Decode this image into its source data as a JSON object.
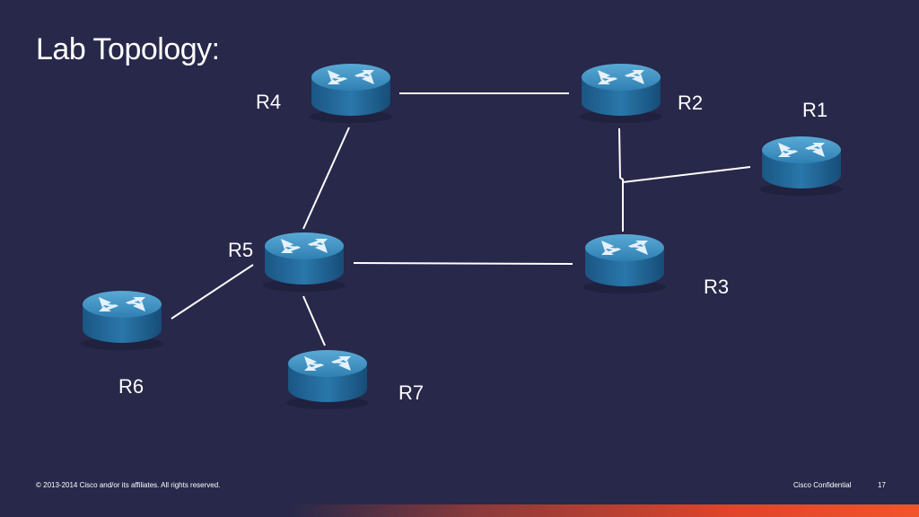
{
  "slide": {
    "title": "Lab Topology:",
    "copyright": "© 2013-2014  Cisco and/or its affiliates. All rights reserved.",
    "confidential": "Cisco Confidential",
    "page_number": "17"
  },
  "diagram": {
    "colors": {
      "background": "#27284a",
      "router_top": "#3f8fc0",
      "router_side": "#1e5f8f",
      "link": "#ffffff",
      "arrow": "#dfeef8",
      "accent_bar": "#e0442a"
    },
    "routers": [
      {
        "id": "R1",
        "label": "R1",
        "icon": "router-icon"
      },
      {
        "id": "R2",
        "label": "R2",
        "icon": "router-icon"
      },
      {
        "id": "R3",
        "label": "R3",
        "icon": "router-icon"
      },
      {
        "id": "R4",
        "label": "R4",
        "icon": "router-icon"
      },
      {
        "id": "R5",
        "label": "R5",
        "icon": "router-icon"
      },
      {
        "id": "R6",
        "label": "R6",
        "icon": "router-icon"
      },
      {
        "id": "R7",
        "label": "R7",
        "icon": "router-icon"
      }
    ],
    "links": [
      {
        "from": "R4",
        "to": "R2"
      },
      {
        "from": "R4",
        "to": "R5"
      },
      {
        "from": "R2",
        "to": "R3"
      },
      {
        "from": "R1",
        "to": "R3"
      },
      {
        "from": "R5",
        "to": "R3"
      },
      {
        "from": "R5",
        "to": "R6"
      },
      {
        "from": "R5",
        "to": "R7"
      }
    ]
  }
}
